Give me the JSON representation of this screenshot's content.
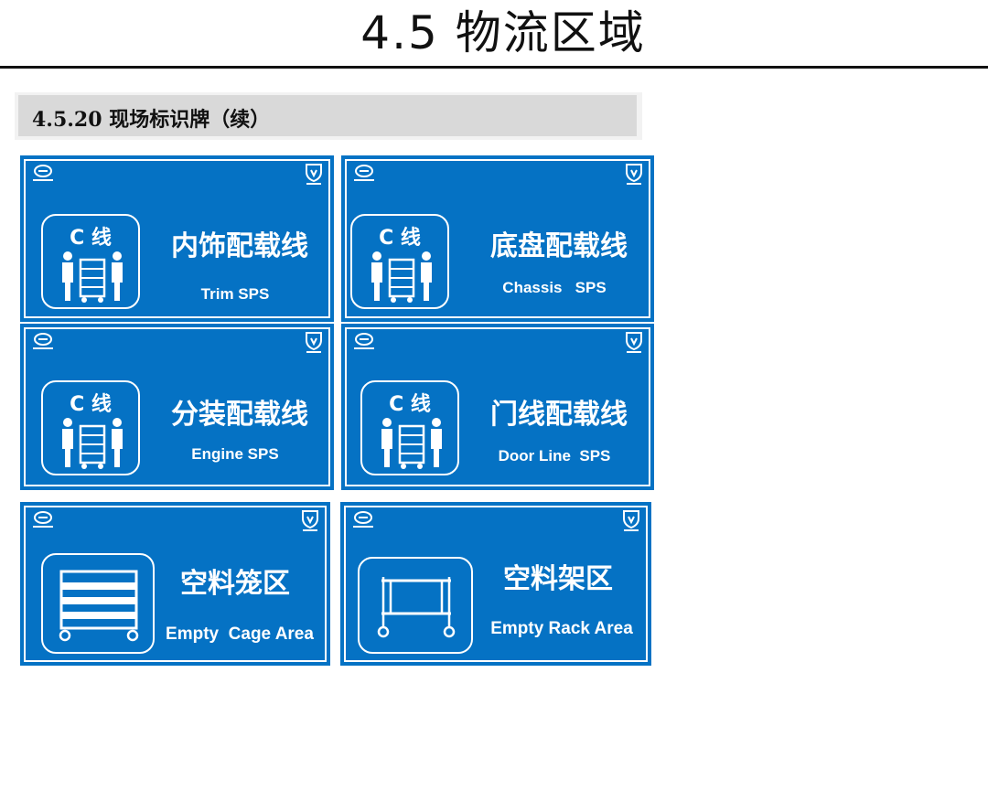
{
  "page": {
    "title": "4.5 物流区域",
    "section_label": "4.5.20 现场标识牌（续）"
  },
  "signs": {
    "trim": {
      "line_label": "C 线",
      "cn": "内饰配载线",
      "en": "Trim SPS"
    },
    "chassis": {
      "line_label": "C 线",
      "cn": "底盘配载线",
      "en": "Chassis   SPS"
    },
    "engine": {
      "line_label": "C 线",
      "cn": "分装配载线",
      "en": "Engine SPS"
    },
    "door": {
      "line_label": "C 线",
      "cn": "门线配载线",
      "en": "Door Line  SPS"
    },
    "cage": {
      "cn": "空料笼区",
      "en": "Empty  Cage Area"
    },
    "rack": {
      "cn": "空料架区",
      "en": "Empty Rack Area"
    }
  },
  "colors": {
    "sign_blue": "#0572c4",
    "sign_text": "#ffffff",
    "section_bar": "#d9d9d9"
  },
  "icons": [
    "company-logo-icon",
    "brand-shield-icon",
    "workers-cart-icon",
    "cage-icon",
    "rack-icon"
  ]
}
